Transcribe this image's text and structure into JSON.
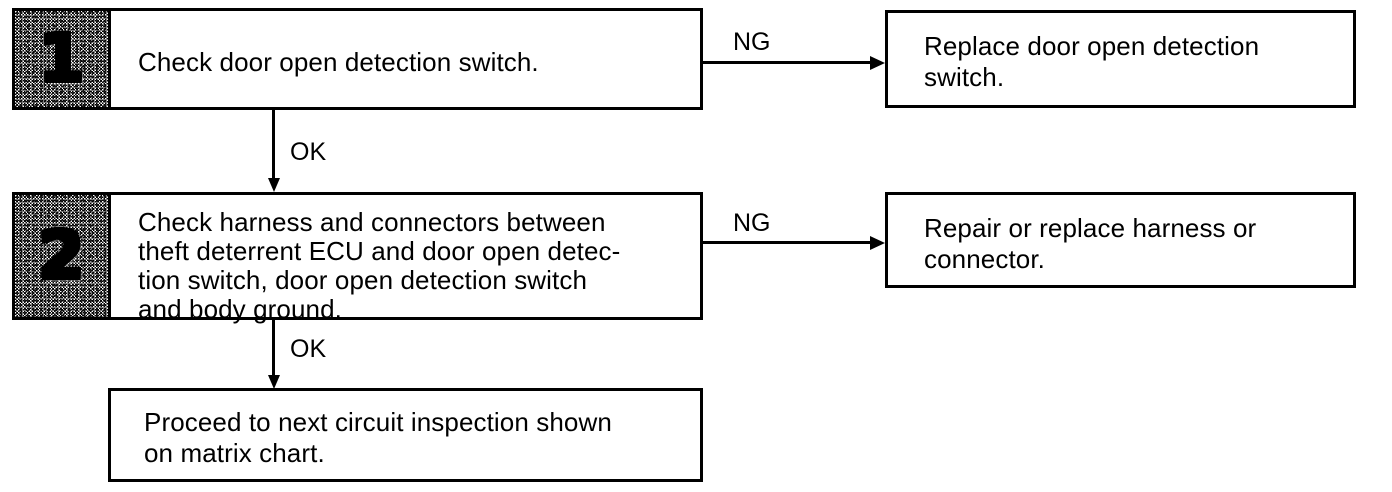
{
  "diagram": {
    "type": "troubleshooting-flowchart",
    "background_color": "#ffffff",
    "line_color": "#000000",
    "steps": [
      {
        "number": "1",
        "text": "Check door open detection switch.",
        "pass_label": "OK",
        "fail_label": "NG",
        "fail_action": "Replace door open detection\nswitch."
      },
      {
        "number": "2",
        "text": "Check harness and connectors between\ntheft deterrent ECU and door open detec-\ntion switch, door open detection switch\nand body ground.",
        "pass_label": "OK",
        "fail_label": "NG",
        "fail_action": "Repair or replace harness or\nconnector."
      }
    ],
    "terminal": {
      "text": "Proceed to next circuit inspection shown\non matrix chart."
    }
  }
}
